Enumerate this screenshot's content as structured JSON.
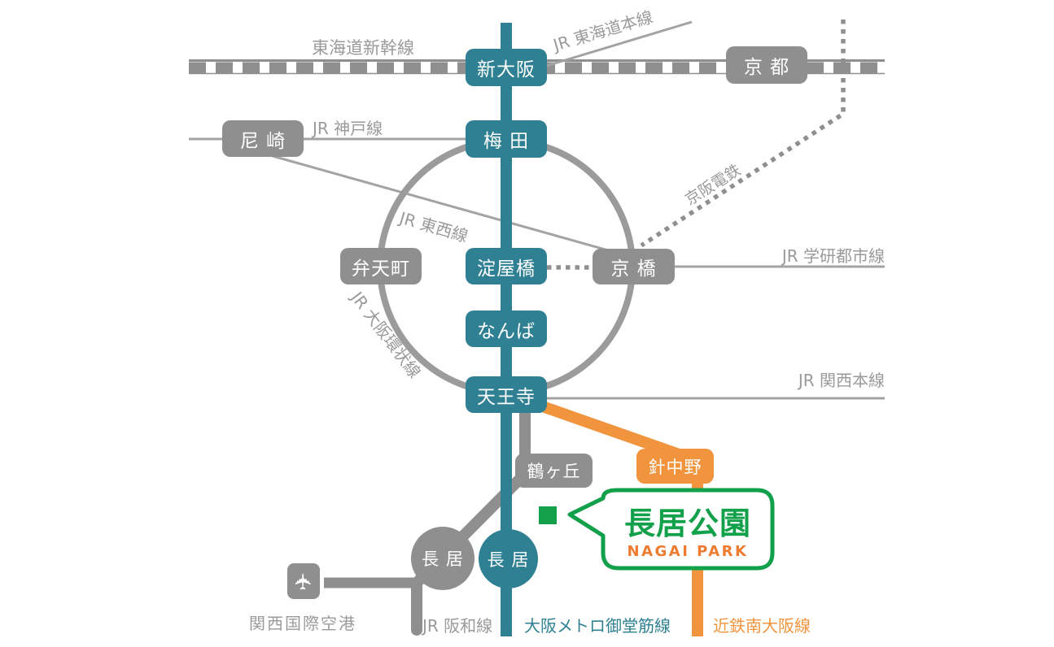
{
  "palette": {
    "teal": "#2E8092",
    "gray": "#8F8F8F",
    "loop_gray": "#9B9B9B",
    "thin_gray": "#A3A3A3",
    "label_gray": "#9A9A9A",
    "orange": "#F0943E",
    "green": "#12A04B",
    "orange_text": "#EE7B30"
  },
  "stations": {
    "shin_osaka": {
      "label": "新大阪"
    },
    "kyoto": {
      "label": "京 都"
    },
    "amagasaki": {
      "label": "尼 崎"
    },
    "umeda": {
      "label": "梅 田"
    },
    "bentencho": {
      "label": "弁天町"
    },
    "yodoyabashi": {
      "label": "淀屋橋"
    },
    "kyobashi": {
      "label": "京 橋"
    },
    "namba": {
      "label": "なんば"
    },
    "tennoji": {
      "label": "天王寺"
    },
    "tsurugaoka": {
      "label": "鶴ヶ丘"
    },
    "harinakano": {
      "label": "針中野"
    },
    "nagai_jr": {
      "label": "長 居"
    },
    "nagai_metro": {
      "label": "長 居"
    }
  },
  "lines": {
    "tokaido_shinkansen": {
      "label": "東海道新幹線"
    },
    "jr_tokaido_main": {
      "label": "JR 東海道本線"
    },
    "jr_kobe": {
      "label": "JR 神戸線"
    },
    "keihan": {
      "label": "京阪電鉄"
    },
    "jr_tozai": {
      "label": "JR 東西線"
    },
    "jr_osaka_loop": {
      "label": "JR 大阪環状線"
    },
    "jr_gakkentoshi": {
      "label": "JR 学研都市線"
    },
    "jr_kansai_main": {
      "label": "JR 関西本線"
    },
    "jr_hanwa": {
      "label": "JR 阪和線"
    },
    "osaka_metro_midosuji": {
      "label": "大阪メトロ御堂筋線"
    },
    "kintetsu_minami_osaka": {
      "label": "近鉄南大阪線"
    }
  },
  "landmarks": {
    "nagai_park": {
      "label_ja": "長居公園",
      "label_en": "NAGAI PARK"
    },
    "kansai_airport": {
      "label": "関西国際空港"
    }
  }
}
